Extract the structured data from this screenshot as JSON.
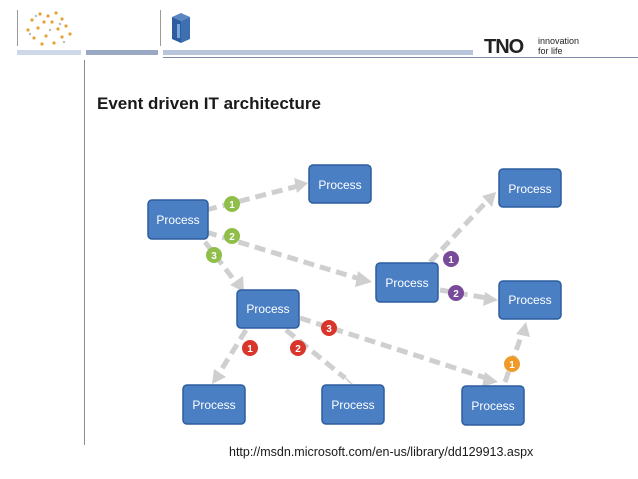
{
  "header": {
    "brand": "TNO",
    "tagline_line1": "innovation",
    "tagline_line2": "for life"
  },
  "slide": {
    "title": "Event driven IT architecture",
    "source_url": "http://msdn.microsoft.com/en-us/library/dd129913.aspx"
  },
  "diagram": {
    "colors": {
      "process": "#4a7fc4",
      "arrow": "#cfcfcf",
      "green": "#8fbf4a",
      "purple": "#7a4a9a",
      "red": "#d9362b",
      "orange": "#f09a2a"
    },
    "nodes": [
      {
        "id": "p-left",
        "label": "Process"
      },
      {
        "id": "p-top-center",
        "label": "Process"
      },
      {
        "id": "p-top-right",
        "label": "Process"
      },
      {
        "id": "p-center-right",
        "label": "Process"
      },
      {
        "id": "p-right",
        "label": "Process"
      },
      {
        "id": "p-middle",
        "label": "Process"
      },
      {
        "id": "p-bottom-left",
        "label": "Process"
      },
      {
        "id": "p-bottom-center",
        "label": "Process"
      },
      {
        "id": "p-bottom-right",
        "label": "Process"
      }
    ],
    "badges": [
      {
        "id": "g1",
        "label": "1",
        "color": "green"
      },
      {
        "id": "g2",
        "label": "2",
        "color": "green"
      },
      {
        "id": "g3",
        "label": "3",
        "color": "green"
      },
      {
        "id": "pu1",
        "label": "1",
        "color": "purple"
      },
      {
        "id": "pu2",
        "label": "2",
        "color": "purple"
      },
      {
        "id": "r1",
        "label": "1",
        "color": "red"
      },
      {
        "id": "r2",
        "label": "2",
        "color": "red"
      },
      {
        "id": "r3",
        "label": "3",
        "color": "red"
      },
      {
        "id": "o1",
        "label": "1",
        "color": "orange"
      }
    ]
  }
}
